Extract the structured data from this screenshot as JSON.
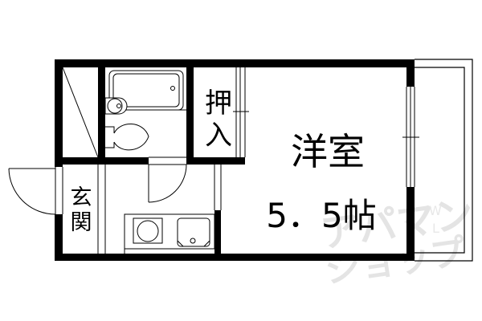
{
  "floorplan": {
    "rooms": {
      "closet": {
        "label_top": "押",
        "label_bottom": "入"
      },
      "western_room": {
        "label": "洋室",
        "size": "5．5帖"
      },
      "entrance": {
        "label_top": "玄",
        "label_bottom": "関"
      }
    },
    "watermark": {
      "line1": "アパマン",
      "line2": "ショップ",
      "side": [
        "W",
        "L"
      ]
    },
    "colors": {
      "wall": "#000000",
      "background": "#ffffff",
      "watermark": "#e4e4e4"
    }
  }
}
